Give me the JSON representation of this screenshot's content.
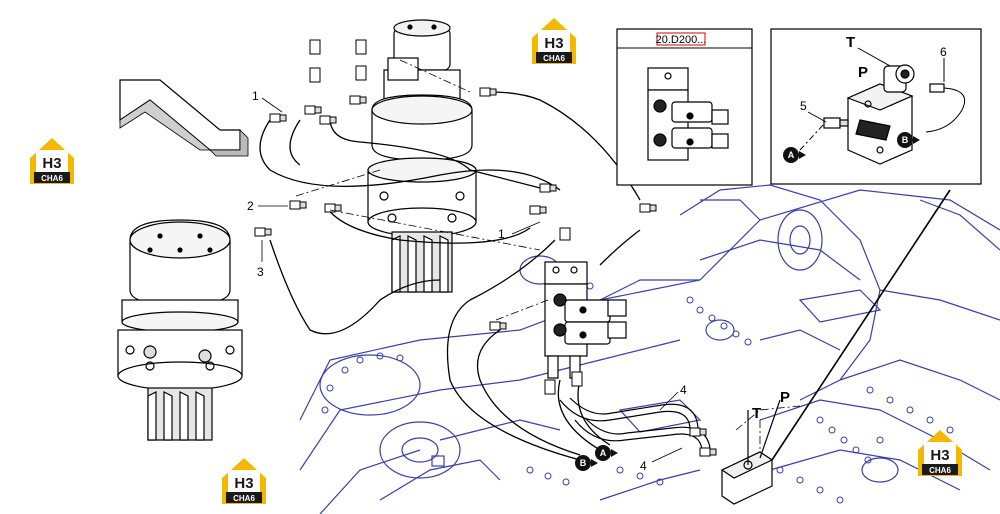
{
  "reference_box": {
    "code": "20.D200..."
  },
  "callouts": {
    "c1_top": "1",
    "c1_mid": "1",
    "c2": "2",
    "c3": "3",
    "c4_upper": "4",
    "c4_lower": "4",
    "c5": "5",
    "c6": "6"
  },
  "port_labels": {
    "inset_T": "T",
    "inset_P": "P",
    "block_T": "T",
    "block_P": "P"
  },
  "connection_markers": {
    "inset_A": "A",
    "inset_B": "B",
    "main_A": "A",
    "main_B": "B"
  },
  "watermark": {
    "main": "H3",
    "sub": "CHA6"
  },
  "colors": {
    "frame_blue": "#3a3fa8",
    "line_black": "#000000",
    "logo_yellow": "#f5b800",
    "logo_dark": "#1a1a1a",
    "ref_red": "#d40000"
  }
}
